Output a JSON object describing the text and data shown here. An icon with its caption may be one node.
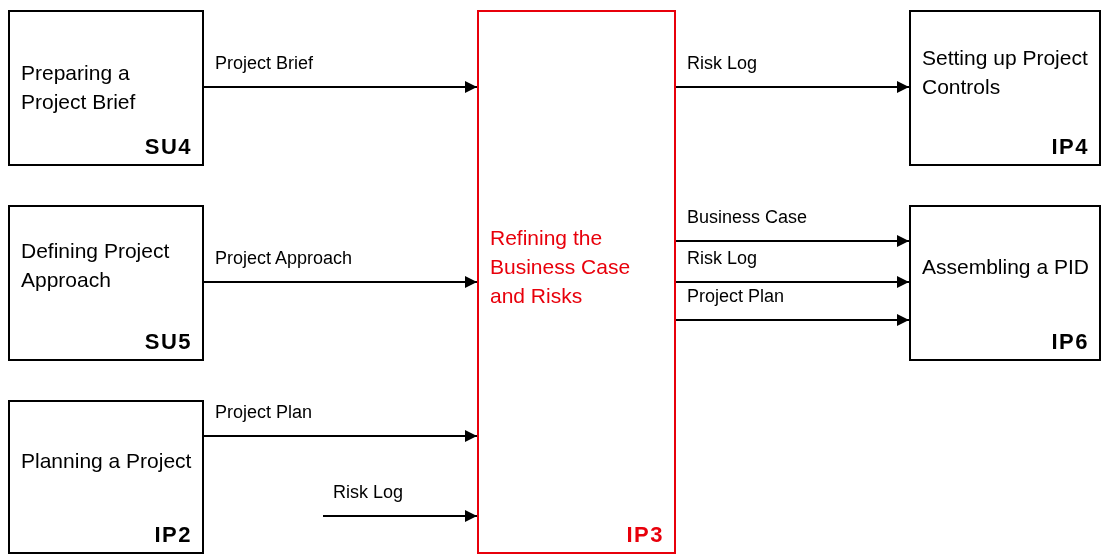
{
  "diagram": {
    "nodes": [
      {
        "text": [
          "Preparing a Project Brief",
          "SU4"
        ]
      },
      {
        "text": [
          "Defining Project Approach",
          "SU5"
        ]
      },
      {
        "text": [
          "Planning a Project",
          "IP2"
        ]
      },
      {
        "text": [
          "Refining the Business Case and Risks",
          "IP3"
        ]
      },
      {
        "text": [
          "Setting up Project Controls",
          "IP4"
        ]
      },
      {
        "text": [
          "Assembling a PID",
          "IP6"
        ]
      }
    ],
    "edges": [
      {
        "from": 0,
        "to": 3,
        "arrow": "to",
        "label": "Project Brief"
      },
      {
        "from": 1,
        "to": 3,
        "arrow": "to",
        "label": "Project Approach"
      },
      {
        "from": 2,
        "to": 3,
        "arrow": "to",
        "label": "Project Plan"
      },
      {
        "from": null,
        "to": 3,
        "arrow": "to",
        "label": "Risk Log"
      },
      {
        "from": 3,
        "to": 4,
        "arrow": "to",
        "label": "Risk Log"
      },
      {
        "from": 3,
        "to": 5,
        "arrow": "to",
        "label": "Business Case"
      },
      {
        "from": 3,
        "to": 5,
        "arrow": "to",
        "label": "Risk Log"
      },
      {
        "from": 3,
        "to": 5,
        "arrow": "to",
        "label": "Project Plan"
      }
    ]
  }
}
